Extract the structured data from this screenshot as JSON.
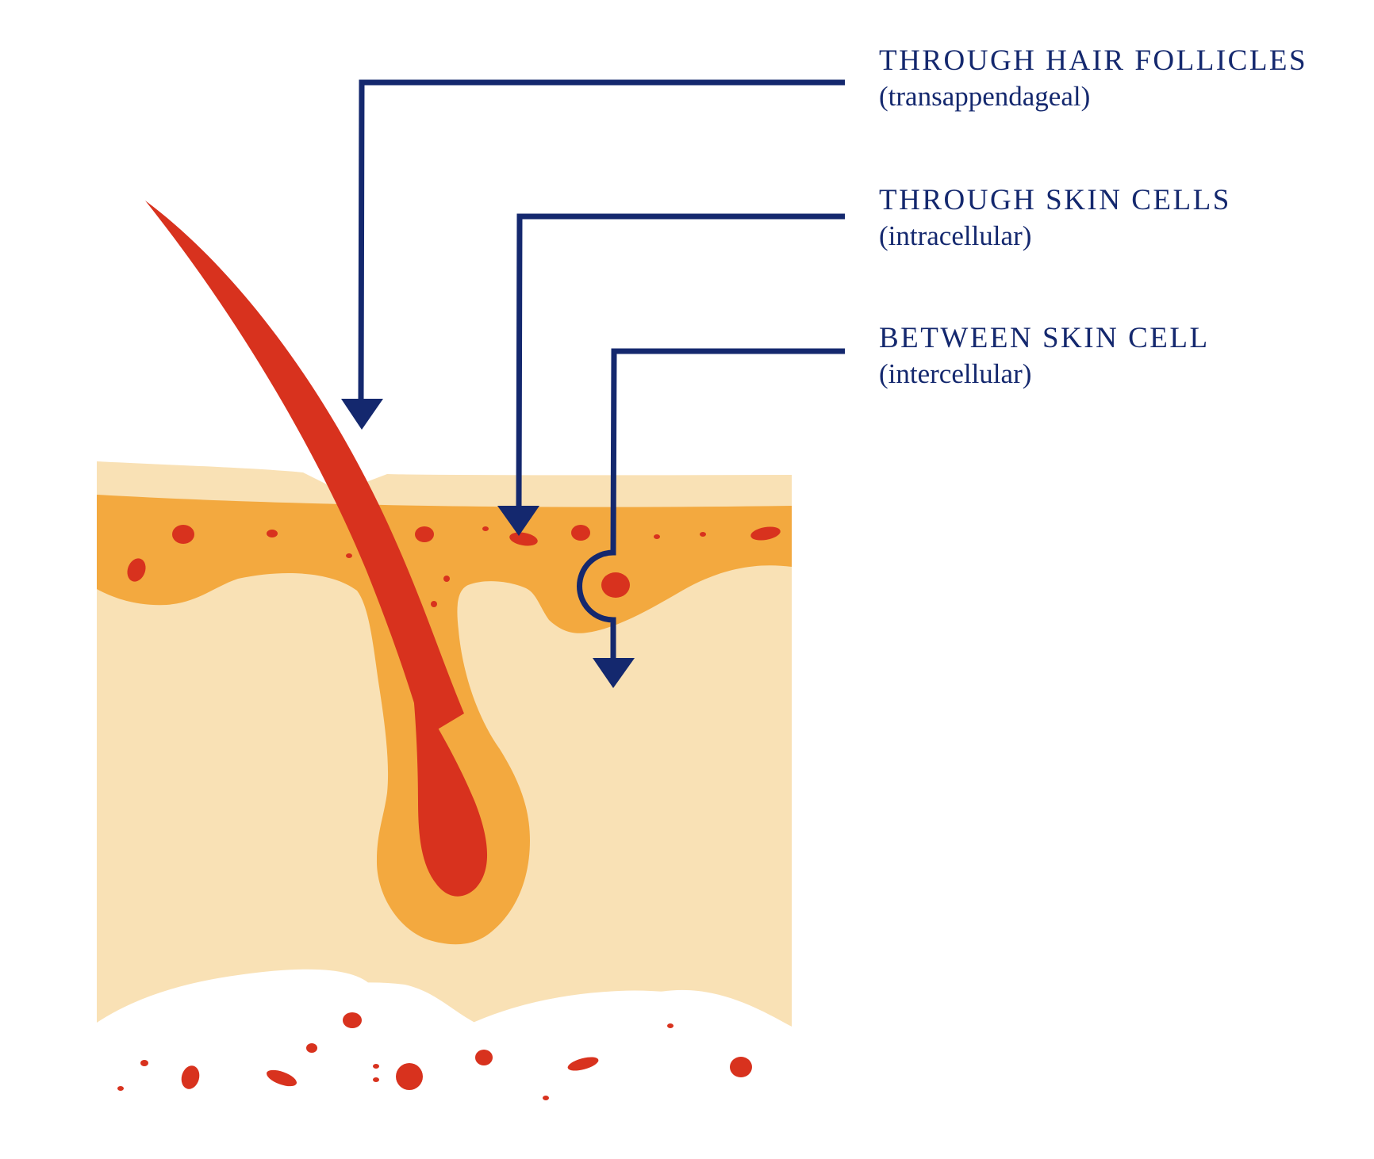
{
  "colors": {
    "navy": "#14286e",
    "pale_skin": "#f9e1b5",
    "orange_layer": "#f3a93f",
    "red": "#d8321e",
    "white": "#ffffff"
  },
  "routes": [
    {
      "title": "THROUGH HAIR FOLLICLES",
      "subtitle": "(transappendageal)"
    },
    {
      "title": "THROUGH SKIN CELLS",
      "subtitle": "(intracellular)"
    },
    {
      "title": "BETWEEN SKIN CELL",
      "subtitle": "(intercellular)"
    }
  ]
}
